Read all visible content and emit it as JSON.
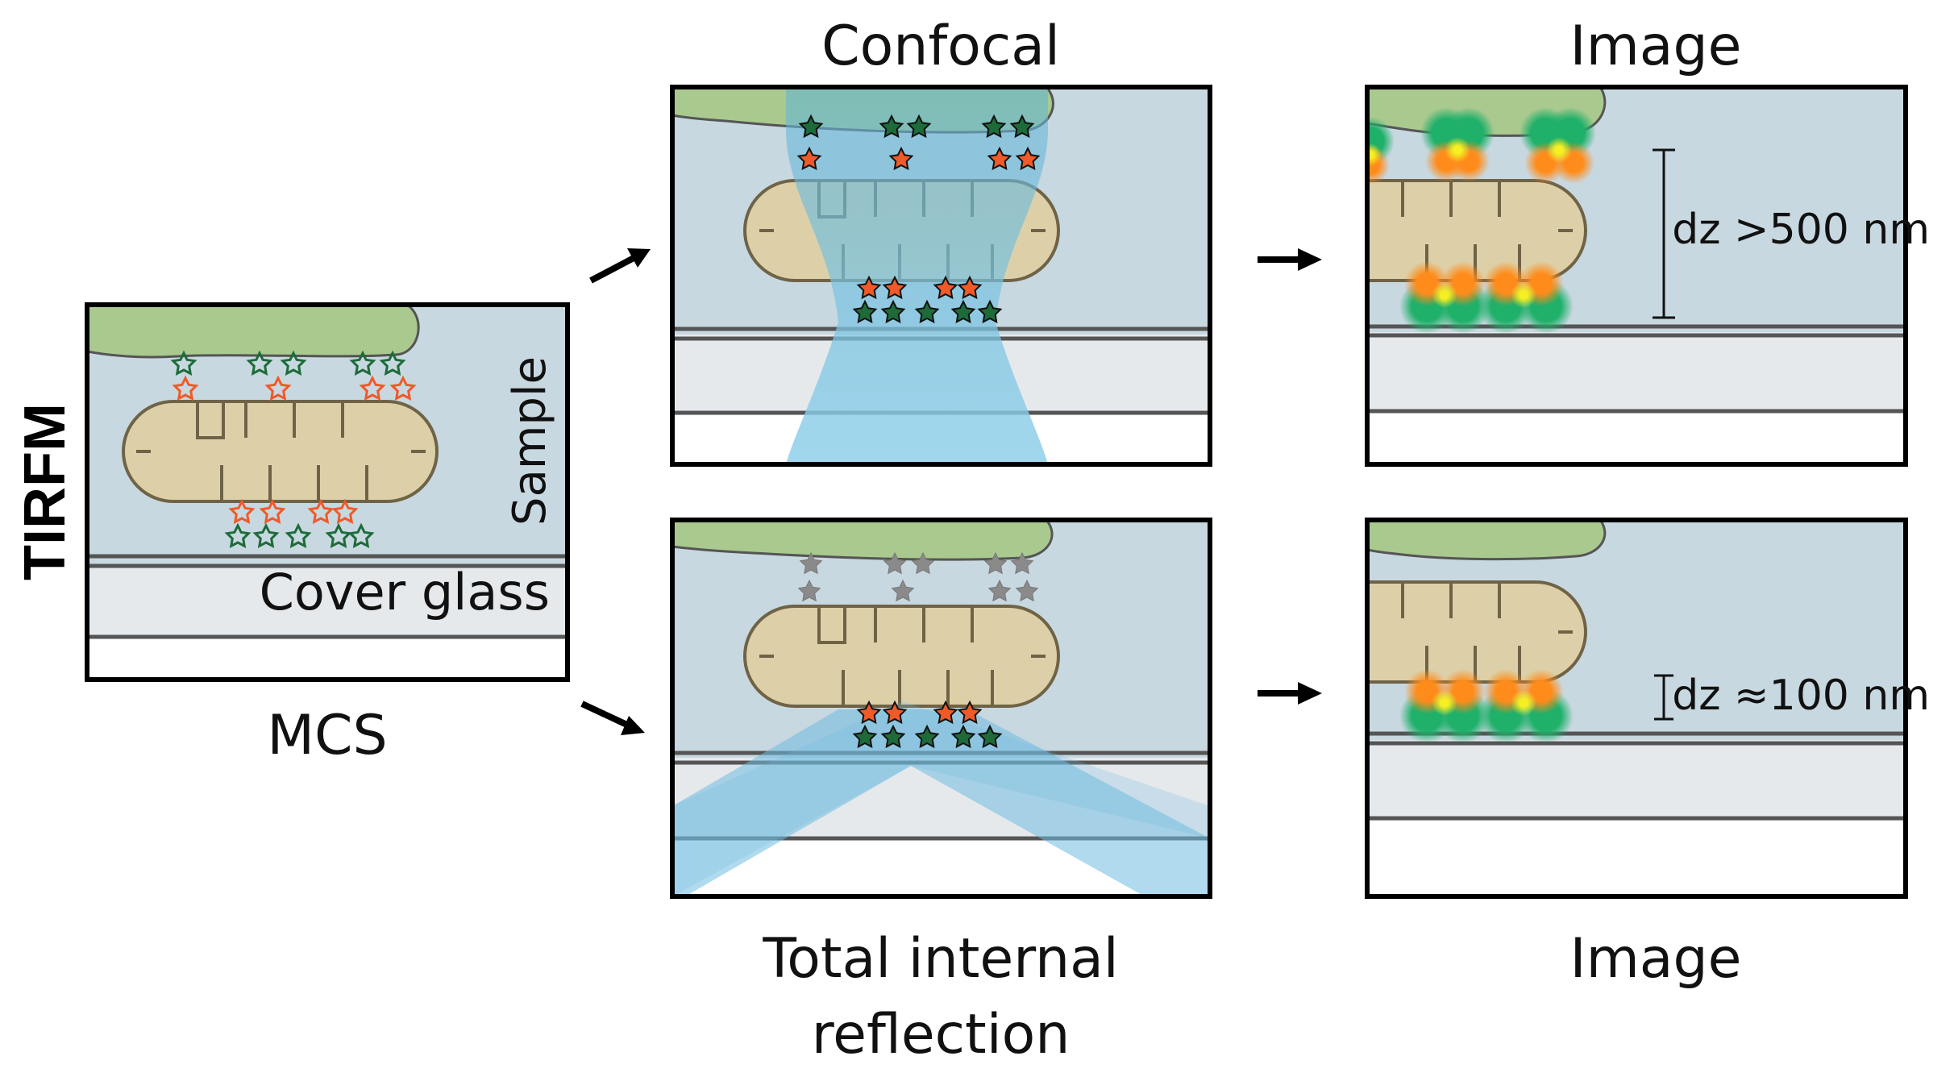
{
  "labels": {
    "technique": "TIRFM",
    "sample": "Sample",
    "cover_glass": "Cover glass",
    "mcs": "MCS",
    "confocal": "Confocal",
    "tir_line1": "Total internal",
    "tir_line2": "reflection",
    "image_top": "Image",
    "image_bottom": "Image",
    "dz_top": "dz >500 nm",
    "dz_bottom": "dz ≈100 nm"
  },
  "colors": {
    "sample_bg": "#c8d8e0",
    "glass": "#e6e9ec",
    "cell": "#a9c98f",
    "mito_fill": "#ddd0a8",
    "mito_stroke": "#6f6347",
    "star_green": "#1e6b3a",
    "star_orange": "#f05a28",
    "star_gray": "#8a8a8a",
    "beam": "#7ec4e0",
    "blob_green": "#1fb069",
    "blob_orange": "#ff8c1a",
    "blob_yellow": "#f3e81c"
  }
}
